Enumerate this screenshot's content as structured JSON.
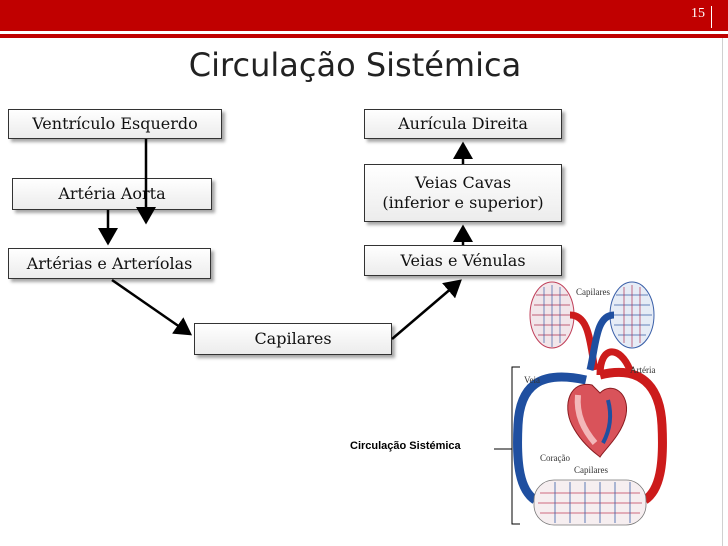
{
  "slide": {
    "number": "15",
    "title": "Circulação Sistémica"
  },
  "nodes": {
    "ventriculo": "Ventrículo Esquerdo",
    "aorta": "Artéria Aorta",
    "arterias": "Artérias e Arteríolas",
    "capilares": "Capilares",
    "veias_venulas": "Veias e Vénulas",
    "veias_cavas_1": "Veias Cavas",
    "veias_cavas_2": "(inferior e superior)",
    "auricula": "Aurícula Direita"
  },
  "illustration": {
    "caption": "Circulação Sistémica",
    "labels": {
      "capilares_top": "Capilares",
      "arteria": "Artéria",
      "veia": "Veia",
      "coracao": "Coração",
      "capilares_bottom": "Capilares"
    }
  },
  "colors": {
    "accent": "#c00000",
    "vein": "#1f4fa0",
    "artery": "#cc1b1b"
  }
}
